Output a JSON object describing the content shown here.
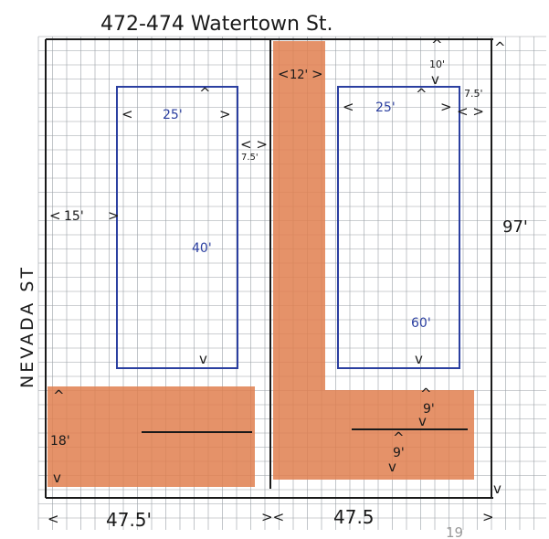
{
  "title": "472-474 Watertown St.",
  "street_side": "NEVADA ST",
  "page_number": "19",
  "colors": {
    "grid": "#9aa0a6",
    "boundary": "#1a1a1a",
    "building_outline": "#2b3fa0",
    "driveway_fill": "#e07f4f",
    "ink": "#1a1a1a"
  },
  "dimensions": {
    "left_building_width": "25'",
    "right_building_width": "25'",
    "left_building_length": "40'",
    "right_building_length": "60'",
    "left_setback": "15'",
    "center_gap": "7.5'",
    "right_setback": "7.5'",
    "top_setback": "10'",
    "driveway_width": "12'",
    "lot_depth": "97'",
    "left_strip_height": "18'",
    "right_strip_upper": "9'",
    "right_strip_lower": "9'",
    "bottom_left_width": "47.5'",
    "bottom_right_width": "47.5"
  }
}
